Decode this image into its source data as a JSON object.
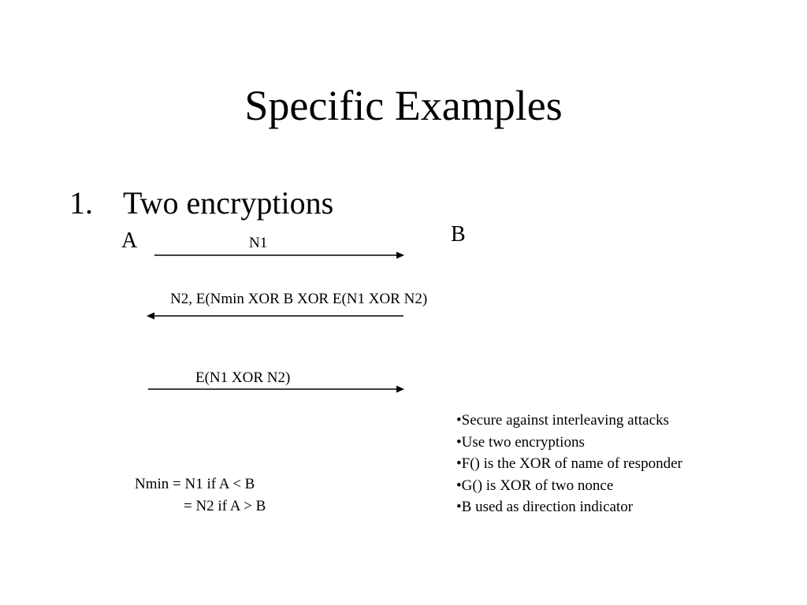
{
  "slide": {
    "title": "Specific Examples",
    "list_number": "1.",
    "list_item": "Two encryptions"
  },
  "diagram": {
    "party_a": "A",
    "party_b": "B",
    "messages": [
      {
        "label": "N1",
        "direction": "A-to-B"
      },
      {
        "label": "N2, E(Nmin XOR B XOR E(N1 XOR N2)",
        "direction": "B-to-A"
      },
      {
        "label": "E(N1 XOR N2)",
        "direction": "A-to-B"
      }
    ]
  },
  "nmin_definition": {
    "line1": "Nmin = N1 if  A < B",
    "line2": "= N2 if  A > B"
  },
  "notes": [
    "•Secure against interleaving attacks",
    "•Use two encryptions",
    "•F() is the XOR of name of responder",
    "•G() is XOR of two nonce",
    "•B used as direction indicator"
  ],
  "colors": {
    "text": "#000000",
    "background": "#ffffff"
  }
}
